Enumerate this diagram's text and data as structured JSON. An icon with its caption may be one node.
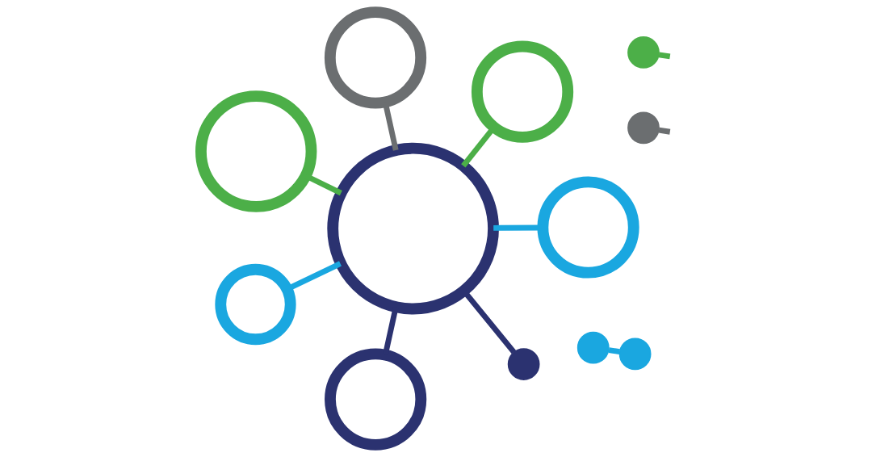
{
  "diagram": {
    "nodes": [
      {
        "text": [],
        "shape": "circle"
      },
      {
        "text": [],
        "shape": "circle"
      },
      {
        "text": [],
        "shape": "circle"
      },
      {
        "text": [],
        "shape": "circle"
      },
      {
        "text": [],
        "shape": "circle"
      },
      {
        "text": [],
        "shape": "circle"
      },
      {
        "text": [],
        "shape": "circle"
      },
      {
        "text": [],
        "shape": "circle"
      },
      {
        "text": [],
        "shape": "circle"
      },
      {
        "text": [],
        "shape": "circle"
      },
      {
        "text": [],
        "shape": "circle"
      },
      {
        "text": [],
        "shape": "circle"
      }
    ],
    "edges": [
      {
        "from": 0,
        "to": 1,
        "arrow": "none",
        "color": "#1aa7e0"
      },
      {
        "from": 0,
        "to": 2,
        "arrow": "none",
        "color": "#2b3270"
      },
      {
        "from": 0,
        "to": 3,
        "arrow": "none",
        "color": "#4caf48"
      },
      {
        "from": 0,
        "to": 4,
        "arrow": "none",
        "color": "#4caf48"
      },
      {
        "from": 0,
        "to": 5,
        "arrow": "none",
        "color": "#6b6e70"
      },
      {
        "from": 0,
        "to": 6,
        "arrow": "none",
        "color": "#1aa7e0"
      },
      {
        "from": 7,
        "to": 0,
        "arrow": "none",
        "color": "#2b3270"
      },
      {
        "from": 8,
        "to": null,
        "arrow": "none",
        "color": "#6b6e70"
      },
      {
        "from": 9,
        "to": null,
        "arrow": "none",
        "color": "#4caf48"
      },
      {
        "from": 10,
        "to": 11,
        "arrow": "none",
        "color": "#1aa7e0"
      }
    ]
  }
}
